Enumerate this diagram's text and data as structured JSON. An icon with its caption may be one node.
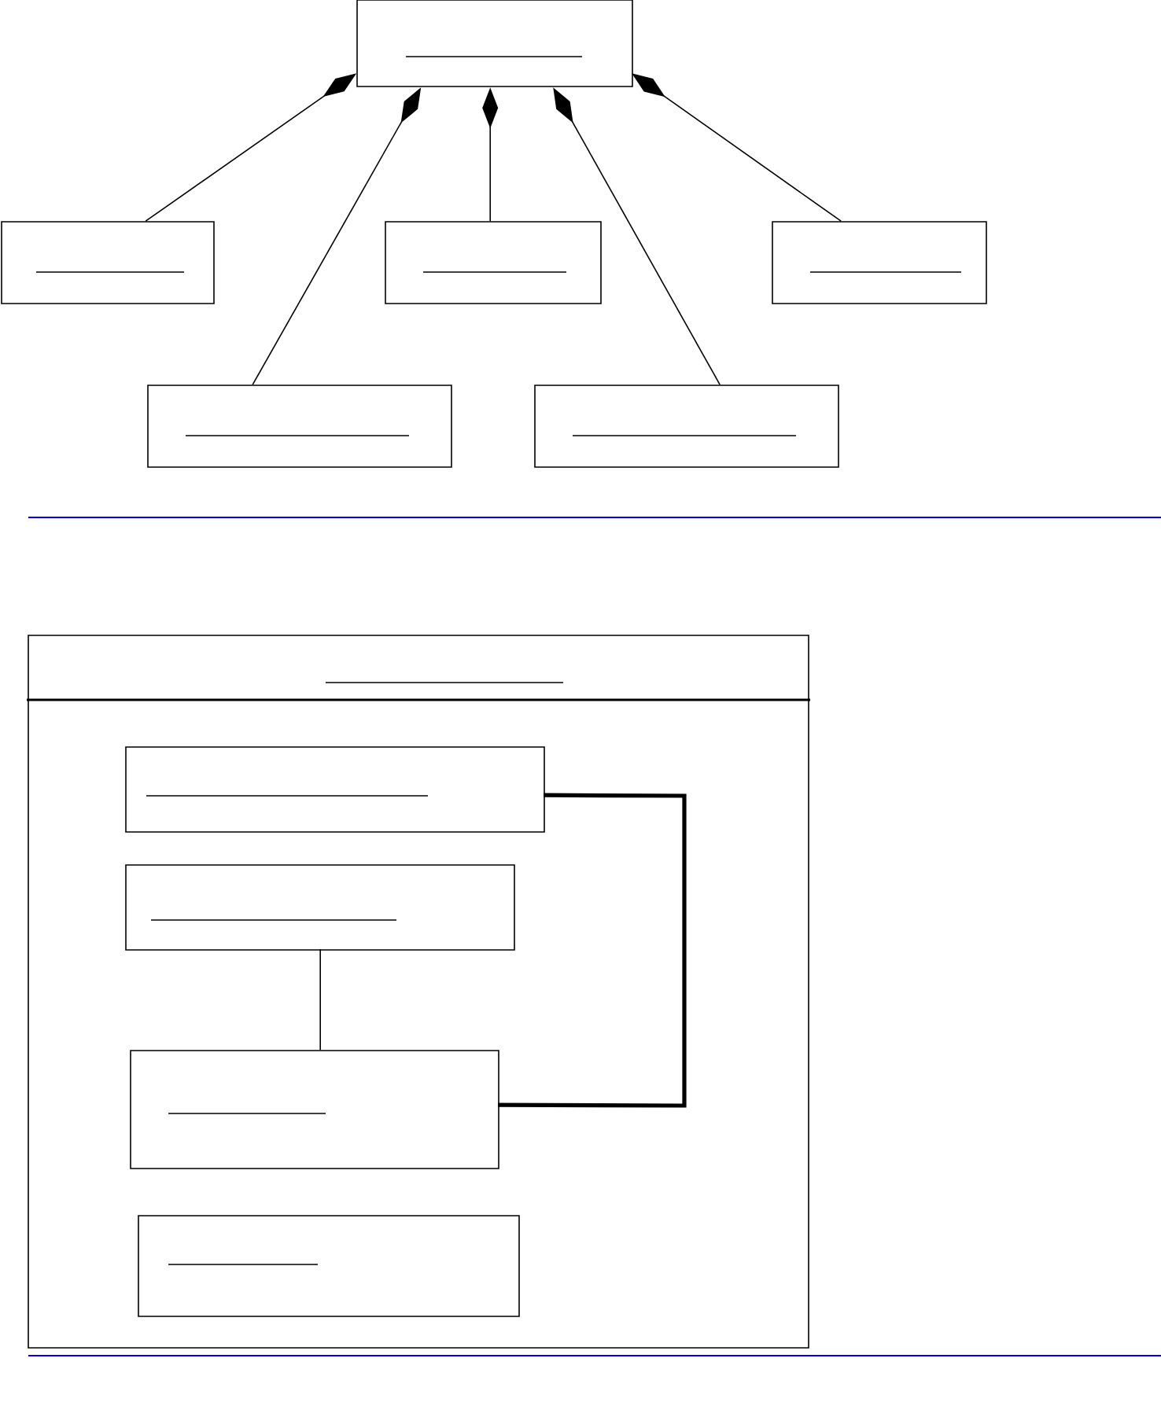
{
  "diagram": {
    "nodes": [
      {
        "text": [],
        "shape": "box"
      },
      {
        "text": [],
        "shape": "box"
      },
      {
        "text": [],
        "shape": "box"
      },
      {
        "text": [],
        "shape": "box"
      },
      {
        "text": [],
        "shape": "box"
      },
      {
        "text": [],
        "shape": "box"
      },
      {
        "text": [],
        "shape": "box"
      },
      {
        "text": [],
        "shape": "box",
        "in": 6
      },
      {
        "text": [],
        "shape": "box",
        "in": 6
      },
      {
        "text": [],
        "shape": "box",
        "in": 6
      },
      {
        "text": [],
        "shape": "box",
        "in": 6
      }
    ],
    "edges": [
      {
        "from": 0,
        "to": 1,
        "arrow": "other"
      },
      {
        "from": 0,
        "to": 4,
        "arrow": "other"
      },
      {
        "from": 0,
        "to": 2,
        "arrow": "other"
      },
      {
        "from": 0,
        "to": 5,
        "arrow": "other"
      },
      {
        "from": 0,
        "to": 3,
        "arrow": "other"
      },
      {
        "from": 7,
        "to": 9,
        "arrow": "none",
        "style": "thick"
      },
      {
        "from": 8,
        "to": 9,
        "arrow": "none"
      }
    ]
  }
}
